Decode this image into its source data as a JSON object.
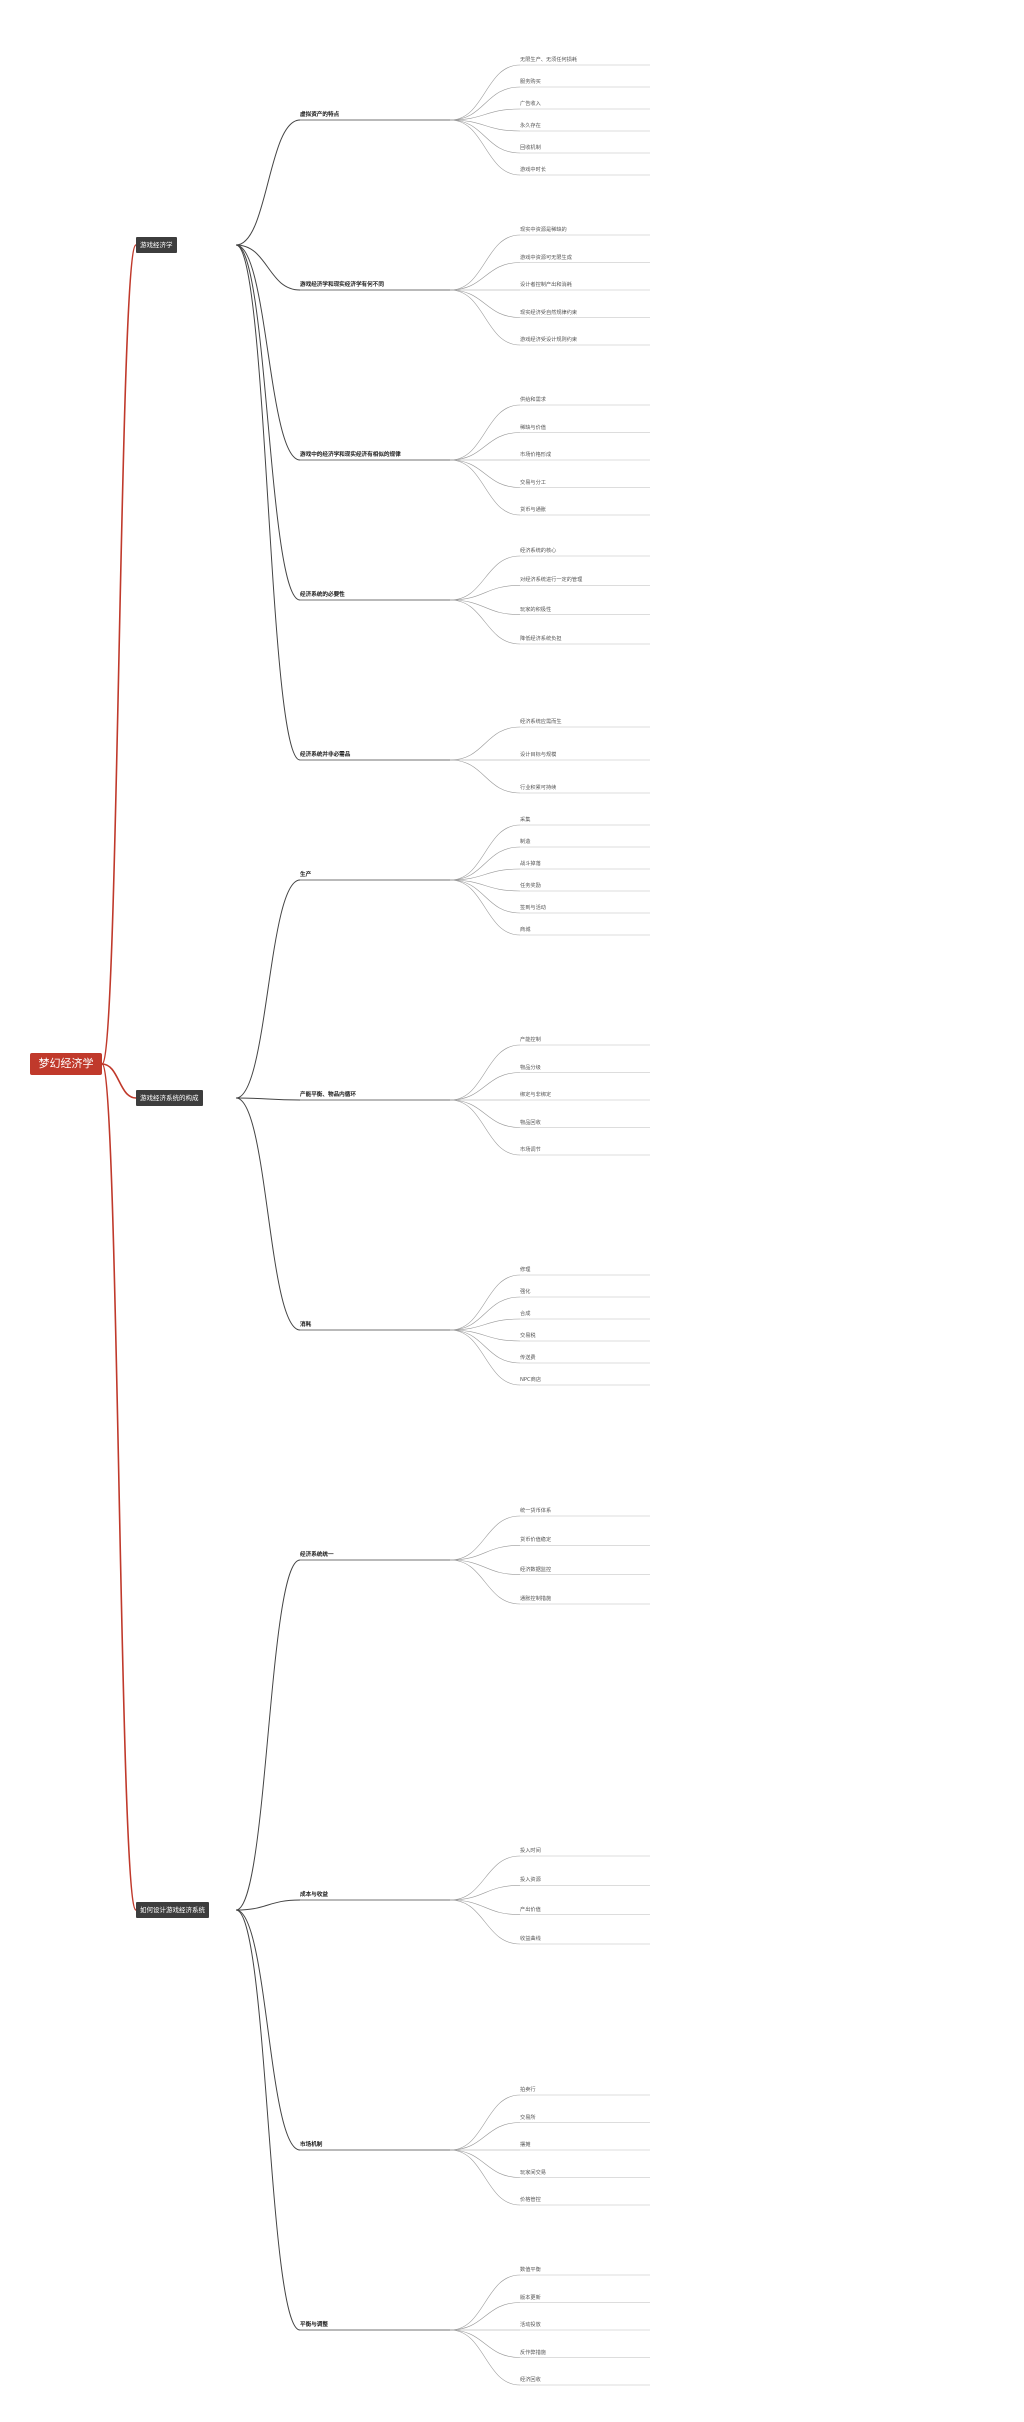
{
  "root": "梦幻经济学",
  "branches": [
    {
      "label": "游戏经济学",
      "subs": [
        {
          "label": "虚拟资产的特点",
          "leaves": [
            "无限生产、无须任何损耗",
            "服务购买",
            "广告收入",
            "永久存在",
            "回收机制",
            "游戏中时长"
          ]
        },
        {
          "label": "游戏经济学和现实经济学有何不同",
          "leaves": [
            "现实中资源是稀缺的",
            "游戏中资源可无限生成",
            "设计者控制产出和消耗",
            "现实经济受自然规律约束",
            "游戏经济受设计规则约束"
          ]
        },
        {
          "label": "游戏中的经济学和现实经济有相似的规律",
          "leaves": [
            "供给和需求",
            "稀缺与价值",
            "市场价格形成",
            "交易与分工",
            "货币与通胀"
          ]
        },
        {
          "label": "经济系统的必要性",
          "leaves": [
            "经济系统的核心",
            "对经济系统进行一定的管理",
            "玩家的积极性",
            "降低经济系统负担"
          ]
        },
        {
          "label": "经济系统并非必需品",
          "leaves": [
            "经济系统应需而生",
            "设计目标与规模",
            "行业积累可持续"
          ]
        }
      ]
    },
    {
      "label": "游戏经济系统的构成",
      "subs": [
        {
          "label": "生产",
          "leaves": [
            "采集",
            "制造",
            "战斗掉落",
            "任务奖励",
            "签到与活动",
            "商城"
          ]
        },
        {
          "label": "产能平衡、物品内循环",
          "leaves": [
            "产能控制",
            "物品分级",
            "绑定与非绑定",
            "物品回收",
            "市场调节"
          ]
        },
        {
          "label": "消耗",
          "leaves": [
            "修理",
            "强化",
            "合成",
            "交易税",
            "传送费",
            "NPC商店"
          ]
        }
      ]
    },
    {
      "label": "如何设计游戏经济系统",
      "subs": [
        {
          "label": "经济系统统一",
          "leaves": [
            "统一货币体系",
            "货币价值稳定",
            "经济数据监控",
            "通胀控制措施"
          ]
        },
        {
          "label": "成本与收益",
          "leaves": [
            "投入时间",
            "投入资源",
            "产出价值",
            "收益曲线"
          ]
        },
        {
          "label": "市场机制",
          "leaves": [
            "拍卖行",
            "交易所",
            "摆摊",
            "玩家间交易",
            "价格管控"
          ]
        },
        {
          "label": "平衡与调整",
          "leaves": [
            "数值平衡",
            "版本更新",
            "活动投放",
            "反作弊措施",
            "经济回收"
          ]
        }
      ]
    }
  ]
}
